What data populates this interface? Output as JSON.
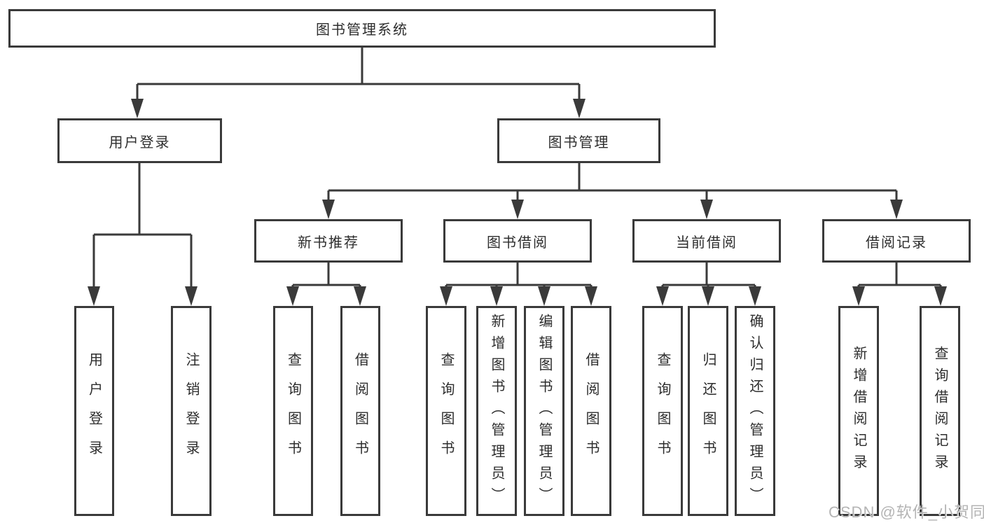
{
  "diagram_title": "图书管理系统",
  "tree": {
    "label": "图书管理系统",
    "children": [
      {
        "label": "用户登录",
        "children": [
          {
            "label": "用户登录"
          },
          {
            "label": "注销登录"
          }
        ]
      },
      {
        "label": "图书管理",
        "children": [
          {
            "label": "新书推荐",
            "children": [
              {
                "label": "查询图书"
              },
              {
                "label": "借阅图书"
              }
            ]
          },
          {
            "label": "图书借阅",
            "children": [
              {
                "label": "查询图书"
              },
              {
                "label": "新增图书（管理员）"
              },
              {
                "label": "编辑图书（管理员）"
              },
              {
                "label": "借阅图书"
              }
            ]
          },
          {
            "label": "当前借阅",
            "children": [
              {
                "label": "查询图书"
              },
              {
                "label": "归还图书"
              },
              {
                "label": "确认归还（管理员）"
              }
            ]
          },
          {
            "label": "借阅记录",
            "children": [
              {
                "label": "新增借阅记录"
              },
              {
                "label": "查询借阅记录"
              }
            ]
          }
        ]
      }
    ]
  },
  "watermark": {
    "text": "CSDN @软件_小贺同学"
  },
  "colors": {
    "line": "#3a3a3a",
    "text": "#2d2d2d",
    "watermark": "#b4b4b4",
    "background": "#ffffff"
  }
}
